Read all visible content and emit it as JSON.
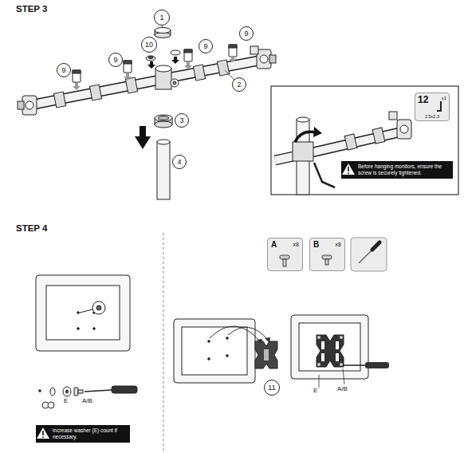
{
  "diagram": {
    "nodes": [
      {
        "text": [
          "1"
        ]
      },
      {
        "text": [
          "9"
        ]
      },
      {
        "text": [
          "10"
        ]
      },
      {
        "text": [
          "9"
        ]
      },
      {
        "text": [
          "9"
        ]
      },
      {
        "text": [
          "9"
        ]
      },
      {
        "text": [
          "2"
        ]
      },
      {
        "text": [
          "3"
        ]
      },
      {
        "text": [
          "4"
        ]
      },
      {
        "text": [
          "12",
          "x1",
          "2.5x2.3"
        ]
      },
      {
        "text": [
          "Before hanging monitors, ensure the screw is securely tightened."
        ]
      },
      {
        "text": [
          "A",
          "x8"
        ]
      },
      {
        "text": [
          "B",
          "x8"
        ]
      },
      {
        "text": [
          "11"
        ]
      },
      {
        "text": [
          "Increase washer (E) count if necessary."
        ]
      }
    ],
    "labels": [
      "STEP 3",
      "STEP 4",
      "E",
      "A/B",
      "E",
      "A/B"
    ]
  }
}
